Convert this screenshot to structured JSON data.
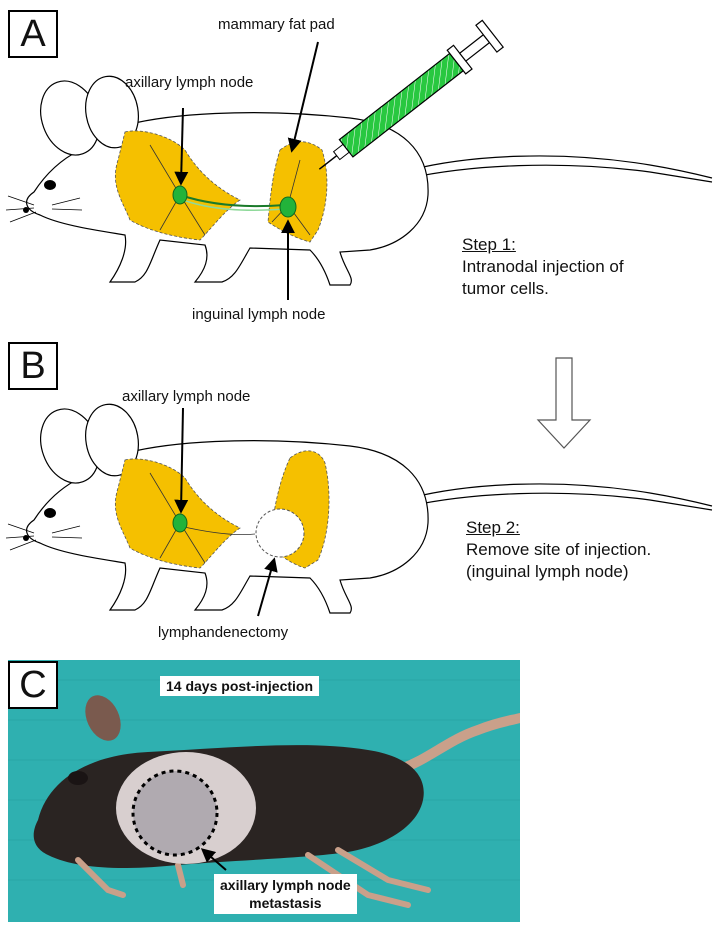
{
  "panels": {
    "a": {
      "label": "A",
      "mammary": "mammary  fat pad",
      "axillary": "axillary lymph node",
      "inguinal": "inguinal lymph node",
      "step_title": "Step 1:",
      "step_line1": "Intranodal injection of",
      "step_line2": "tumor cells."
    },
    "b": {
      "label": "B",
      "axillary": "axillary lymph node",
      "lymph": "lymphandenectomy",
      "step_title": "Step 2:",
      "step_line1": "Remove site of injection.",
      "step_line2": "(inguinal lymph node)"
    },
    "c": {
      "label": "C",
      "title": "14 days post-injection",
      "caption_line1": "axillary lymph node",
      "caption_line2": "metastasis"
    }
  },
  "colors": {
    "fat": "#f5c000",
    "node": "#22b33a",
    "syringe": "#28c840",
    "photo_bg": "#2fb0b0"
  }
}
